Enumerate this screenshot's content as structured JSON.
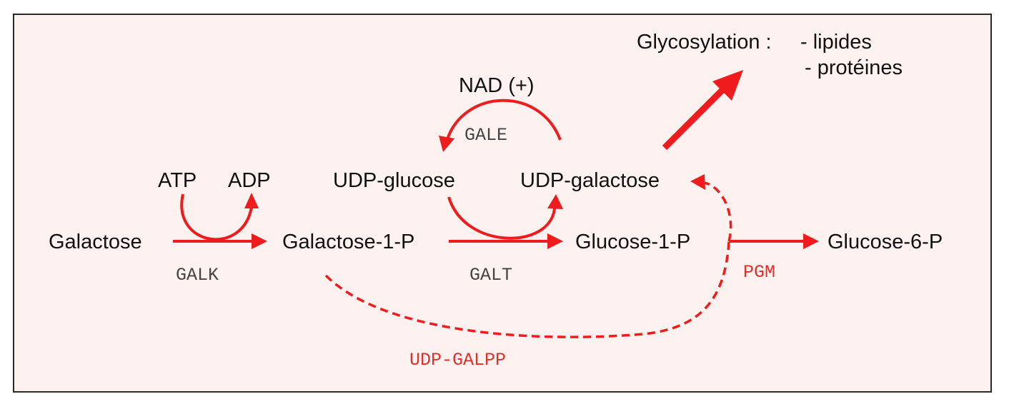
{
  "metabolites": {
    "galactose": "Galactose",
    "galactose_1_p": "Galactose-1-P",
    "glucose_1_p": "Glucose-1-P",
    "glucose_6_p": "Glucose-6-P",
    "udp_glucose": "UDP-glucose",
    "udp_galactose": "UDP-galactose",
    "atp": "ATP",
    "adp": "ADP",
    "nad": "NAD (+)"
  },
  "enzymes": {
    "galk": "GALK",
    "galt": "GALT",
    "gale": "GALE",
    "pgm": "PGM",
    "udp_galpp": "UDP-GALPP"
  },
  "glycosylation": {
    "title": "Glycosylation :",
    "item1": "- lipides",
    "item2": "- protéines"
  },
  "colors": {
    "arrow": "#ee1c1c",
    "enzyme_text": "#444444",
    "enzyme_text_highlight": "#e0302c",
    "background": "#fdf2f0",
    "border": "#2a2a2a"
  }
}
